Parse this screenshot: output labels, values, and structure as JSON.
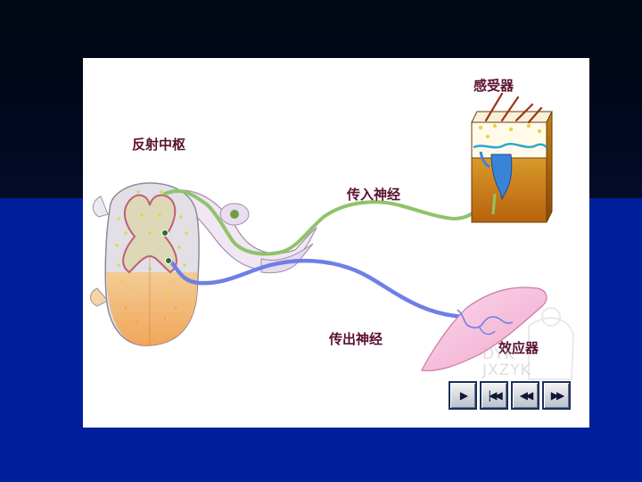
{
  "labels": {
    "reflex_center": "反射中枢",
    "receptor": "感受器",
    "afferent_nerve": "传入神经",
    "efferent_nerve": "传出神经",
    "effector": "效应器"
  },
  "watermark": {
    "line1": "DYK",
    "line2": "JXZYK"
  },
  "controls": {
    "play": "▶",
    "first": "|◀◀",
    "rewind": "◀◀",
    "forward": "▶▶"
  },
  "colors": {
    "afferent": "#8fc36a",
    "efferent": "#6f7fe6",
    "slide_bg": "#ffffff",
    "label": "#5a1030",
    "top_band": "#000814",
    "bottom_band": "#001f9a"
  }
}
